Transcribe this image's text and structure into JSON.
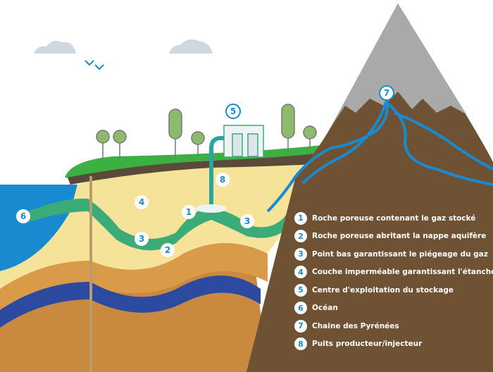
{
  "colors": {
    "ocean": "#1a8ad0",
    "gas_layer": "#3cab7a",
    "aquifer": "#2c4aa0",
    "mountain": "#6e5233",
    "snow": "#a9a9a9",
    "grass": "#3cb043",
    "sand": "#f5e39a",
    "clay": "#d99a4a"
  },
  "markers": {
    "m1": "1",
    "m2": "2",
    "m3a": "3",
    "m3b": "3",
    "m4": "4",
    "m5": "5",
    "m6": "6",
    "m7": "7",
    "m8": "8"
  },
  "legend": [
    {
      "num": "1",
      "label": "Roche poreuse contenant le gaz stocké"
    },
    {
      "num": "2",
      "label": "Roche poreuse abritant la nappe aquifère"
    },
    {
      "num": "3",
      "label": "Point bas garantissant le piégeage du gaz"
    },
    {
      "num": "4",
      "label": "Couche imperméable garantissant l'étanchéité"
    },
    {
      "num": "5",
      "label": "Centre d'exploitation du stockage"
    },
    {
      "num": "6",
      "label": "Océan"
    },
    {
      "num": "7",
      "label": "Chaine des Pyrénées"
    },
    {
      "num": "8",
      "label": "Puits producteur/injecteur"
    }
  ]
}
